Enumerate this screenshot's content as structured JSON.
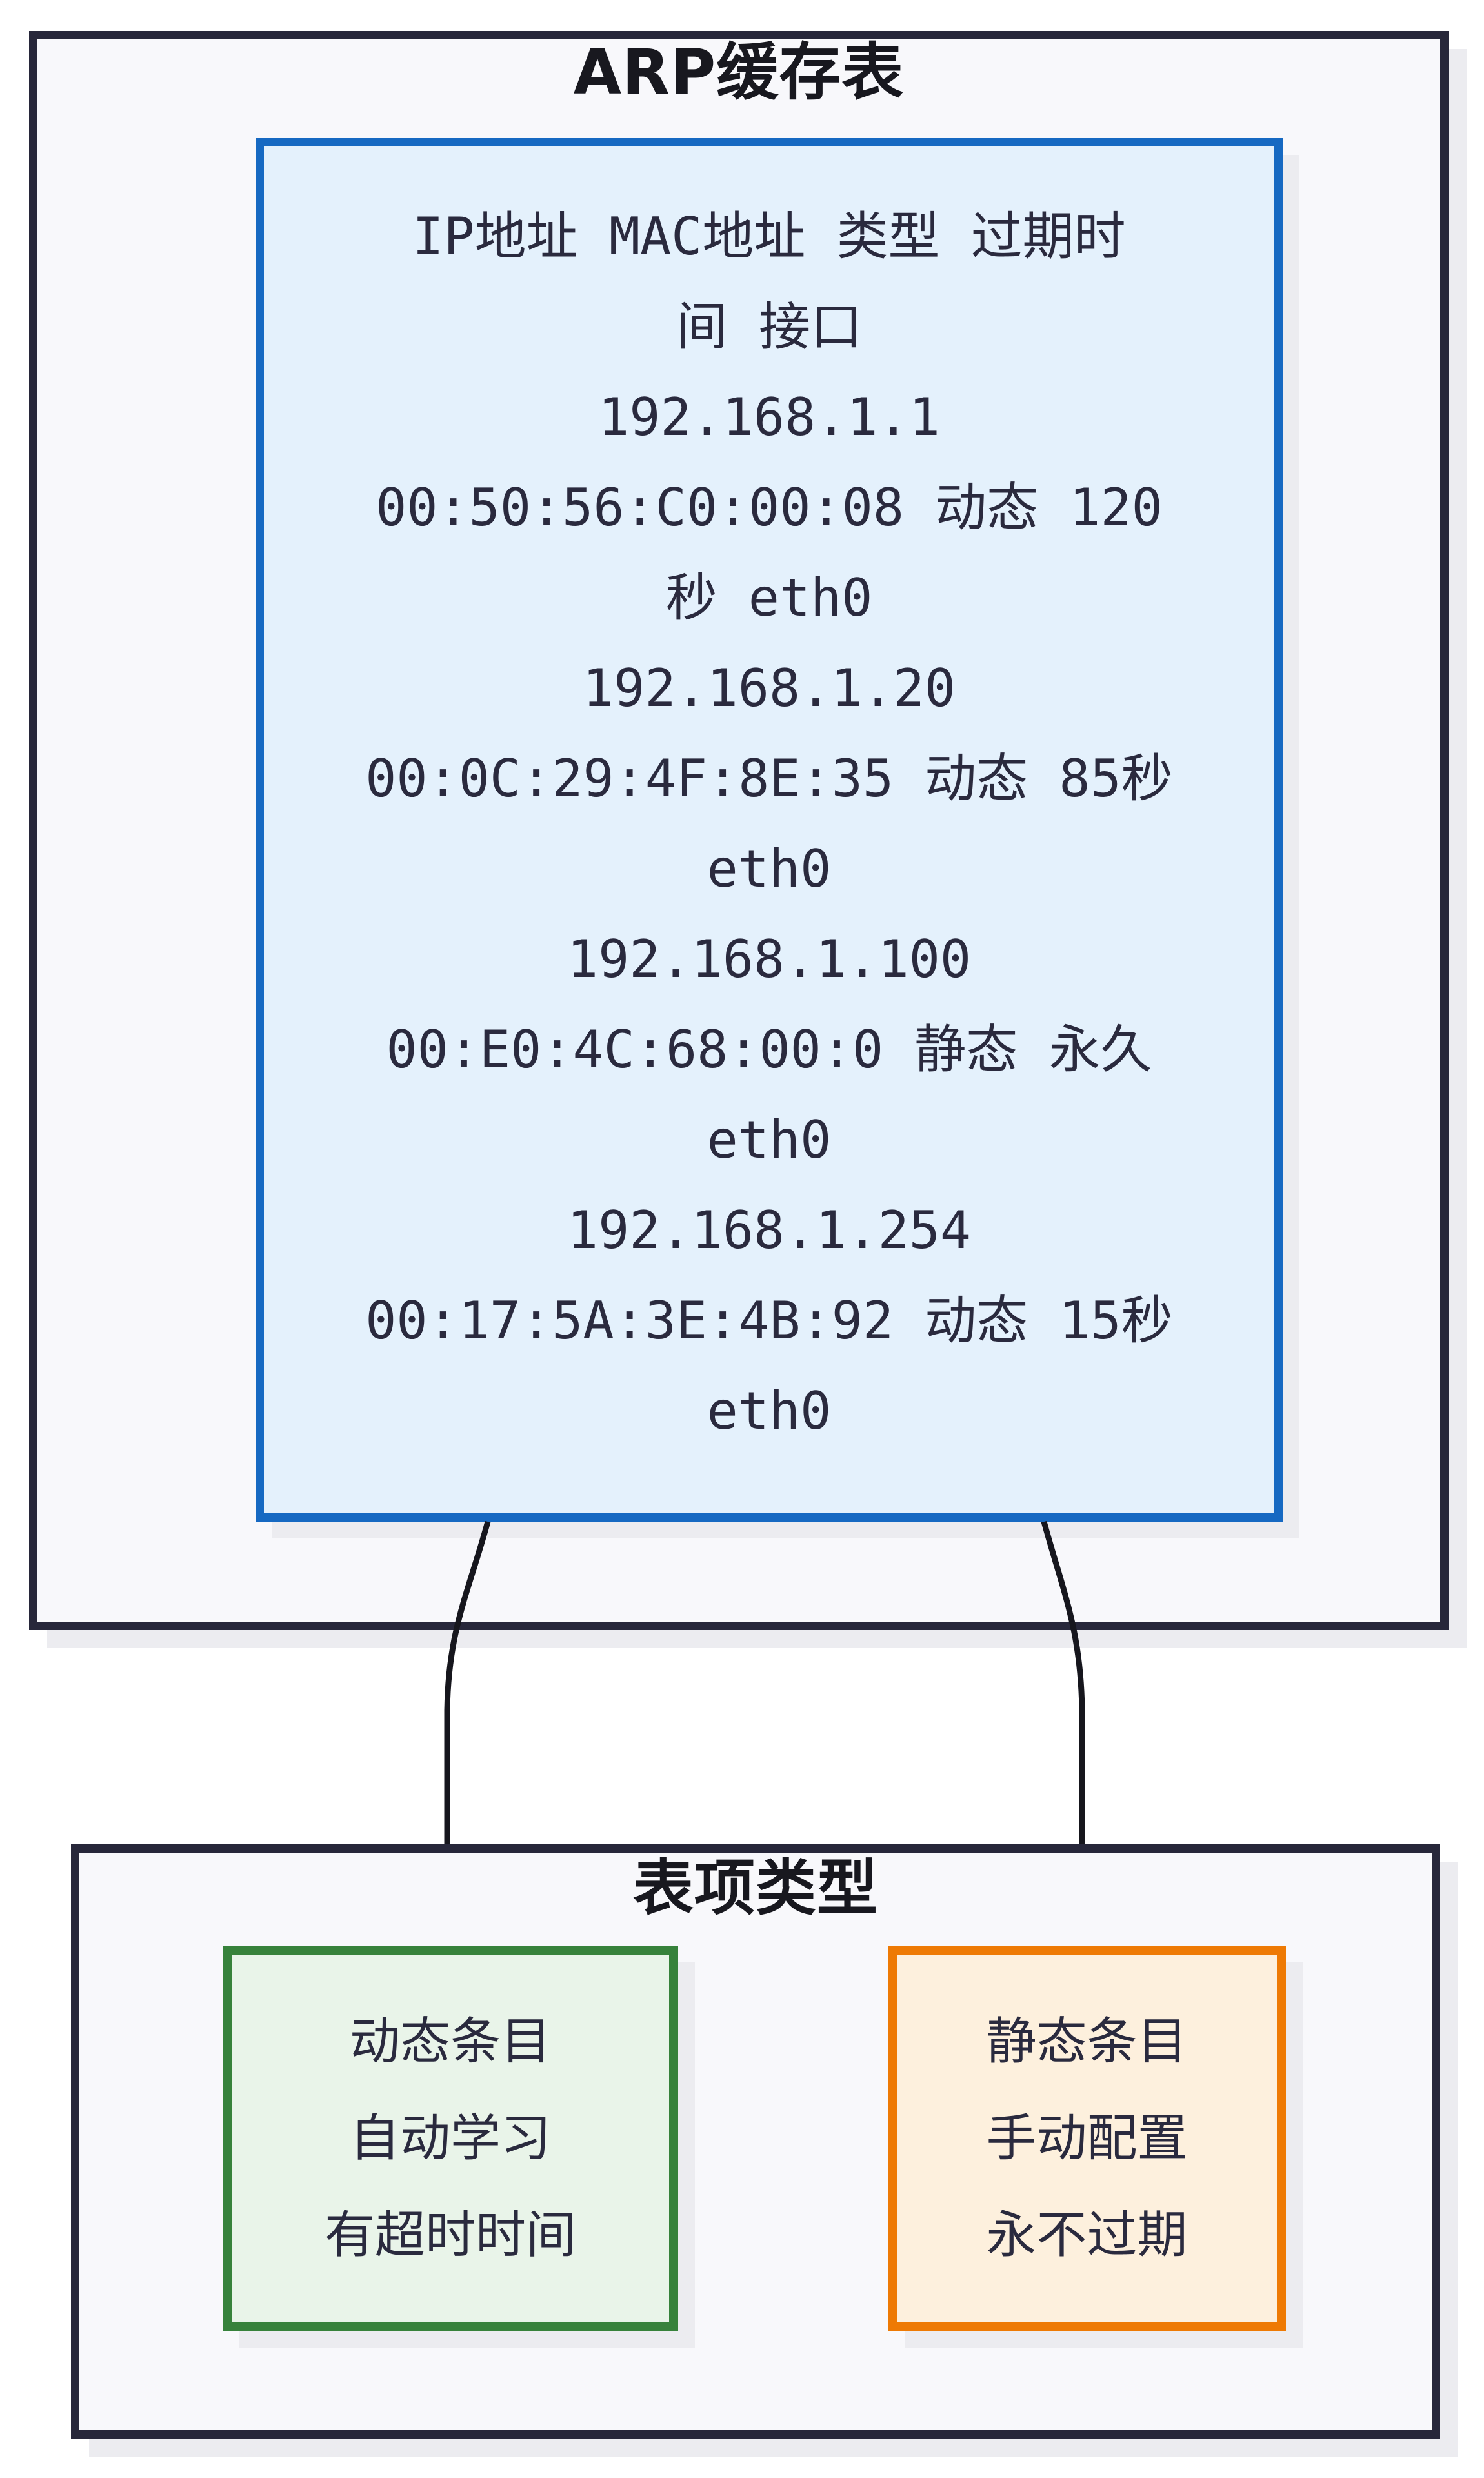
{
  "colors": {
    "dark": "#27273a",
    "panel_bg": "#f8f8fb",
    "blue_border": "#1669c2",
    "blue_fill": "#e4f1fc",
    "green_border": "#37823b",
    "green_fill": "#e9f4e9",
    "orange_border": "#ee7a04",
    "orange_fill": "#fdf0dd",
    "text": "#2a2a3e",
    "title": "#18181f",
    "arrow": "#16161d",
    "shadow": "#ececf0"
  },
  "arp_section": {
    "title": "ARP缓存表",
    "table": {
      "lines": [
        "IP地址 MAC地址 类型 过期时",
        "间 接口",
        "192.168.1.1",
        "00:50:56:C0:00:08 动态 120",
        "秒 eth0",
        "192.168.1.20",
        "00:0C:29:4F:8E:35 动态 85秒",
        "eth0",
        "192.168.1.100",
        "00:E0:4C:68:00:0 静态 永久",
        "eth0",
        "192.168.1.254",
        "00:17:5A:3E:4B:92 动态 15秒",
        "eth0"
      ]
    }
  },
  "entry_type_section": {
    "title": "表项类型",
    "dynamic_entry": {
      "lines": [
        "动态条目",
        "自动学习",
        "有超时时间"
      ]
    },
    "static_entry": {
      "lines": [
        "静态条目",
        "手动配置",
        "永不过期"
      ]
    }
  }
}
